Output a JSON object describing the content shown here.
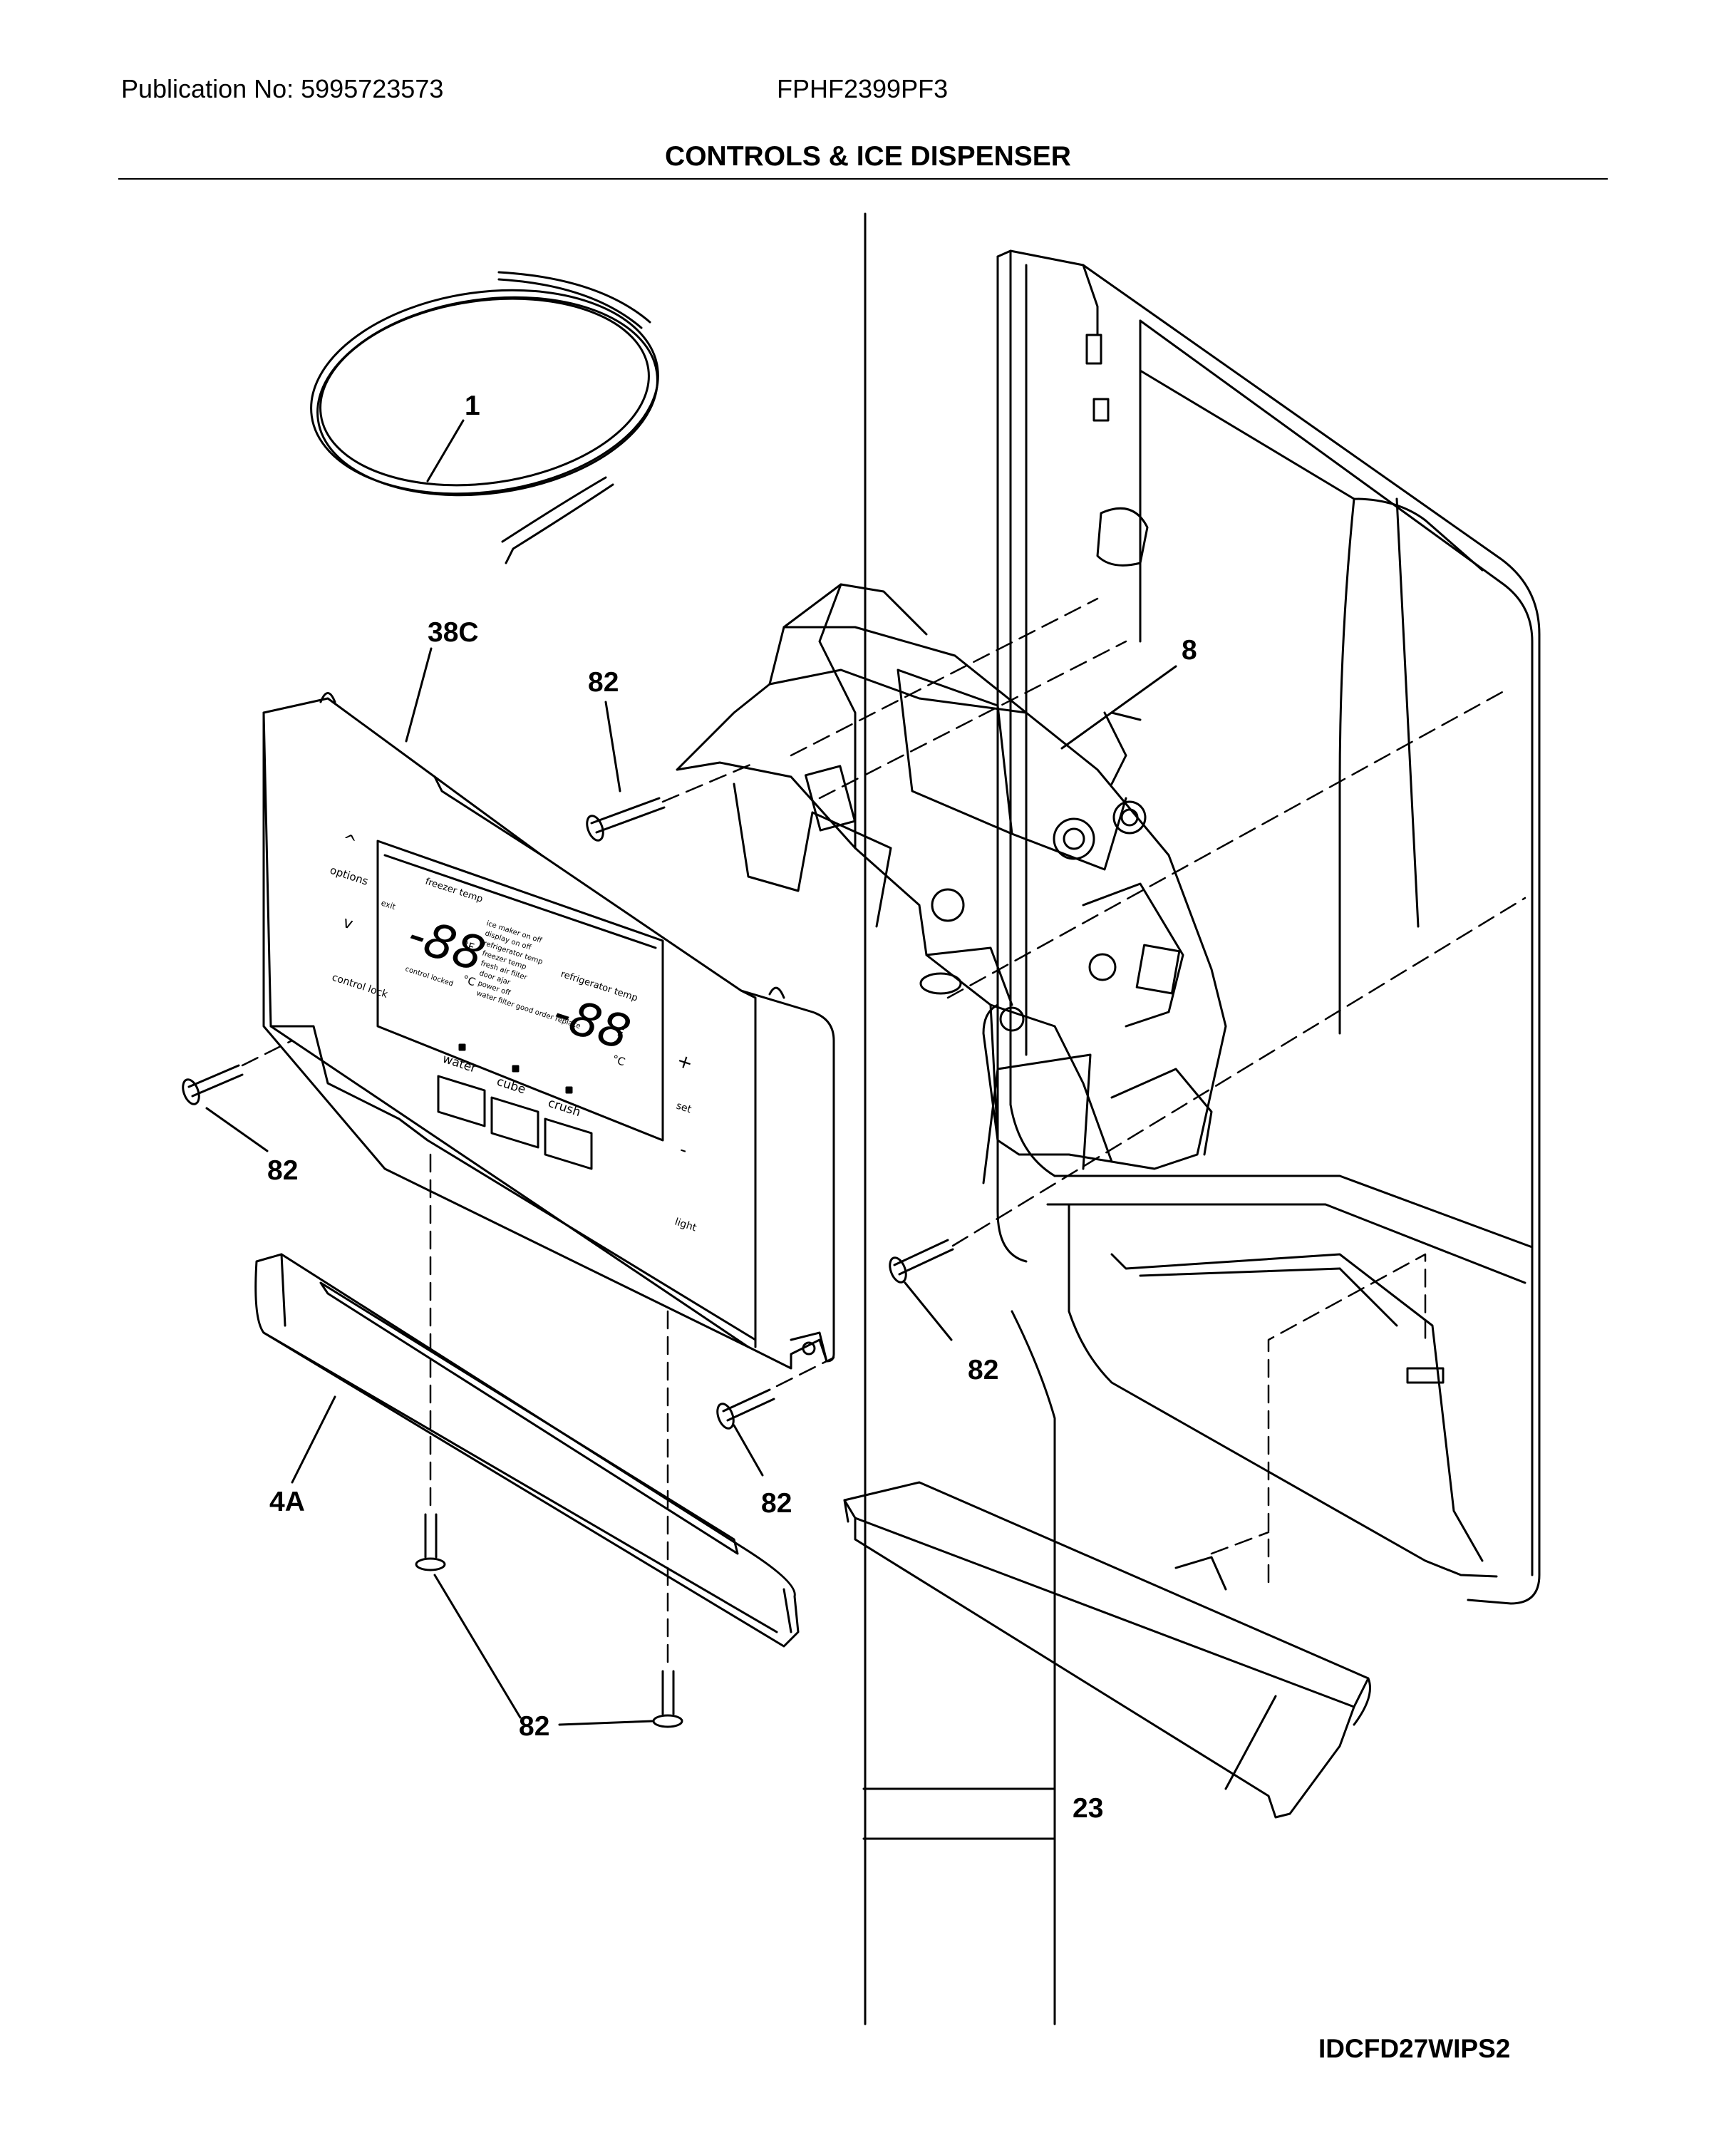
{
  "header": {
    "publication": "Publication No: 5995723573",
    "model": "FPHF2399PF3",
    "section_title": "CONTROLS & ICE DISPENSER"
  },
  "diagram_code": "IDCFD27WIPS2",
  "callouts": {
    "tubing": "1",
    "control_panel": "38C",
    "dispenser_housing": "8",
    "trim": "4A",
    "drip_tray": "23",
    "screw": "82"
  },
  "panel_labels": {
    "up": "^",
    "options": "options",
    "down": "v",
    "control_lock": "control lock",
    "exit": "exit",
    "freezer_temp": "freezer temp",
    "display_digits": "-88",
    "deg_f": "°F",
    "deg_c": "°C",
    "control_locked": "control locked",
    "refrigerator_temp": "refrigerator temp",
    "plus": "+",
    "set": "set",
    "minus": "-",
    "water": "water",
    "cube": "cube",
    "crush": "crush",
    "light": "light",
    "status_lines": [
      "ice maker on off",
      "display on off",
      "refrigerator temp",
      "freezer temp",
      "fresh air filter",
      "door ajar",
      "power off",
      "water filter good order replace"
    ]
  },
  "colors": {
    "line": "#000000",
    "background": "#ffffff"
  }
}
